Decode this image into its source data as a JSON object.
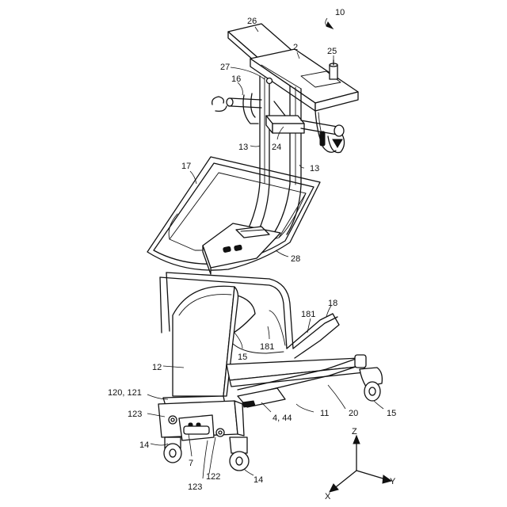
{
  "labels": {
    "assembly": "10",
    "display_panel": "26",
    "console": "2",
    "knob": "25",
    "hinge": "27",
    "handle": "16",
    "column_pair": "13",
    "bracket": "24",
    "tray": "17",
    "seat_plate": "28",
    "frame": "18",
    "frame_bar": "181",
    "caster_rear": "15",
    "body": "12",
    "unit": "120, 121",
    "stopper": "123",
    "front_wheel": "14",
    "foot_pedal": "7",
    "lower_stopper": "123",
    "pedal_axle": "122",
    "base_plate": "4, 44",
    "leg": "11",
    "base": "20"
  },
  "axes": {
    "z": "Z",
    "x": "X",
    "y": "Y"
  }
}
